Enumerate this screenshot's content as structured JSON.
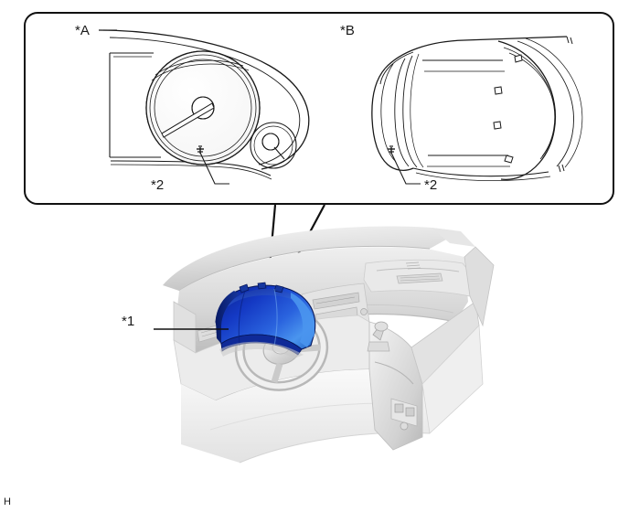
{
  "figure": {
    "type": "technical-service-illustration",
    "subject": "Instrument cluster assembly removal/installation",
    "background_color": "#ffffff",
    "line_color": "#1a1a1a",
    "corner_mark": "H"
  },
  "detail_box": {
    "border_color": "#111111",
    "border_width": 2,
    "corner_radius": 14,
    "panels": [
      {
        "id": "panel-a",
        "label": "*A",
        "caption": "Combination meter front view with gauges",
        "callout": {
          "label": "*2",
          "target": "mounting-clip"
        }
      },
      {
        "id": "panel-b",
        "label": "*B",
        "caption": "Meter hood / bezel rear view showing claws",
        "callout": {
          "label": "*2",
          "target": "mounting-claw"
        }
      }
    ]
  },
  "main_view": {
    "id": "dashboard-view",
    "caption": "Vehicle instrument panel with steering wheel and center console",
    "callout": {
      "label": "*1",
      "target": "combination-meter-assembly"
    },
    "highlight": {
      "part": "combination-meter-assembly",
      "color_dark": "#0d2a9e",
      "color_mid": "#1540d8",
      "color_light": "#3a86f0",
      "color_edge": "#071a66"
    },
    "body_color_light": "#f2f2f2",
    "body_color_mid": "#d8d8d8",
    "body_color_dark": "#b4b4b4"
  },
  "legend": {
    "marker_a": "*A",
    "marker_b": "*B",
    "marker_1": "*1",
    "marker_2": "*2"
  }
}
